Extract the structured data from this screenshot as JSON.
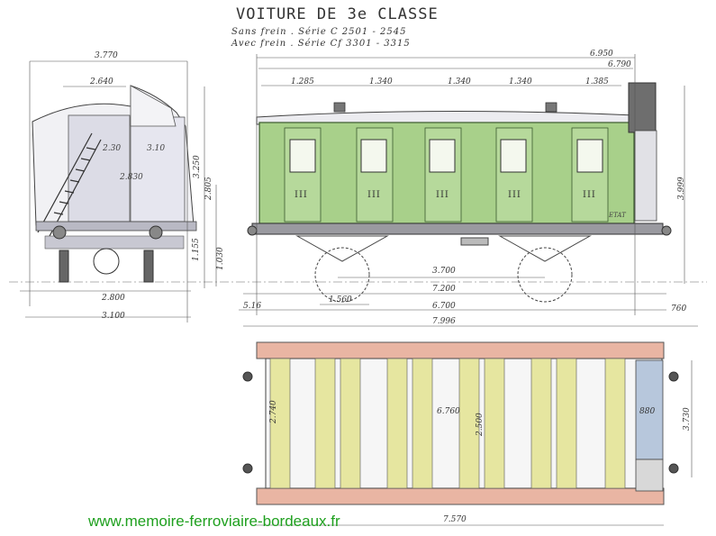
{
  "title": "VOITURE DE 3e CLASSE",
  "subtitle_1": "Sans frein . Série C 2501 - 2545",
  "subtitle_2": "Avec frein . Série Cf 3301 - 3315",
  "end_view": {
    "width_top": "3.770",
    "roof_width": "2.640",
    "inner_width_1": "2.30",
    "inner_width_2": "3.10",
    "inner_width_3": "2.830",
    "height_total": "3.250",
    "height_body": "2.805",
    "height_floor": "1.155",
    "height_axle": "1.030",
    "track": "2.800",
    "base_width": "3.100"
  },
  "side_view": {
    "length_overall": "6.950",
    "length_body": "6.790",
    "panels": [
      "1.285",
      "1.340",
      "1.340",
      "1.340",
      "1.385"
    ],
    "compartment_class": "III",
    "stamp": "ETAT",
    "height": "3.999",
    "wheelbase": "3.700",
    "buffer_length": "7.200",
    "wheel_distance": "1.560",
    "overhang": "5.16",
    "frame_length": "6.700",
    "total_length": "7.996",
    "brake_overhang": "760"
  },
  "plan_view": {
    "width": "2.740",
    "lavatory": "880",
    "inner_length": "6.760",
    "inner_width": "2.500",
    "overall_width": "3.730",
    "overall_length": "7.570"
  },
  "footer_url": "www.memoire-ferroviaire-bordeaux.fr",
  "colors": {
    "body_green": "#a8d08a",
    "frame_grey": "#9a9aa0",
    "plan_red": "#e9b5a3",
    "plan_yellow": "#e6e6a0",
    "plan_blue": "#b7c7dc",
    "footer_green": "#1fa01f"
  }
}
